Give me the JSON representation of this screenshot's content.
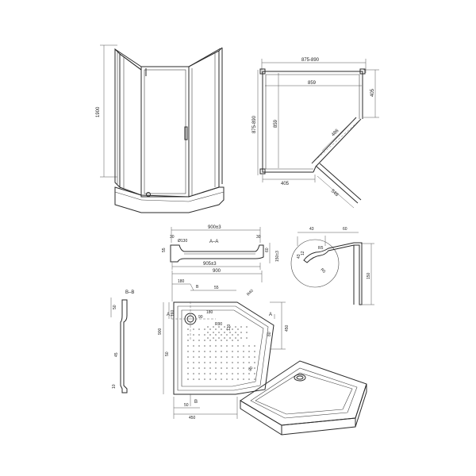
{
  "labels": {
    "enclosure_height": "1900",
    "plan_width_range": "875-890",
    "plan_inner_width": "859",
    "plan_side_right": "405",
    "plan_height_range": "875-890",
    "plan_inner_height": "859",
    "plan_door_opening": "486",
    "plan_bottom_left": "405",
    "plan_door_diag": "548",
    "section_width_top": "900±3",
    "section_name": "A–A",
    "section_drain": "Ø130",
    "section_left_h": "55",
    "section_left_top": "30",
    "section_right_top": "30",
    "section_right_h": "60",
    "section_width_bottom": "905±3",
    "section_height_right": "150±3",
    "detail_top_left": "43",
    "detail_top_right": "60",
    "detail_left": "12",
    "detail_mid": "43",
    "detail_r": "R5",
    "detail_low": "R5",
    "detail_right_h": "150",
    "tray_top_width": "900",
    "tray_top_180": "180",
    "tray_top_b": "B",
    "tray_top_55": "55",
    "tray_top_r40": "R40",
    "tray_small_180": "180",
    "tray_small_90": "90",
    "tray_small_120": "120",
    "tray_r90": "R90",
    "tray_80": "80",
    "tray_a_left": "A",
    "tray_a_right": "A",
    "tray_left_160": "160",
    "tray_left_900": "900",
    "tray_left_50": "50",
    "tray_right_450": "450",
    "tray_b_bottom": "B",
    "tray_80_bottom": "80",
    "tray_bottom_50": "50",
    "tray_bottom_450": "450",
    "bb_name": "B–B",
    "bb_top": "50",
    "bb_mid": "45",
    "bb_bottom": "10"
  }
}
